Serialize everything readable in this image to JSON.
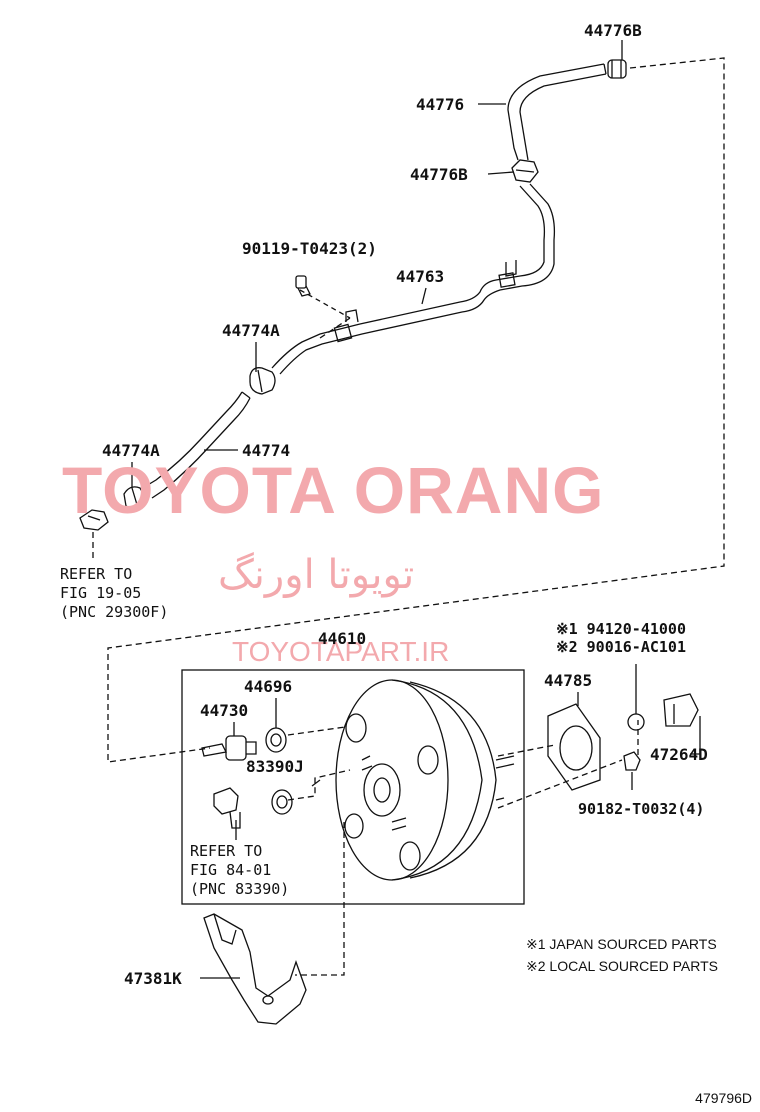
{
  "labels": {
    "p44776B_top": "44776B",
    "p44776": "44776",
    "p44776B_mid": "44776B",
    "p90119": "90119-T0423(2)",
    "p44763": "44763",
    "p44774A_upper": "44774A",
    "p44774A_lower": "44774A",
    "p44774": "44774",
    "p44610": "44610",
    "p44696": "44696",
    "p44730": "44730",
    "p83390J": "83390J",
    "p44785": "44785",
    "p47264D": "47264D",
    "p94120": "※1 94120-41000",
    "p90016": "※2 90016-AC101",
    "p90182": "90182-T0032(4)",
    "p47381K": "47381K"
  },
  "references": {
    "ref_fuel": "REFER TO\nFIG 19-05\n(PNC 29300F)",
    "ref_vacuum": "REFER TO\nFIG 84-01\n(PNC 83390)"
  },
  "notes": {
    "note1": "※1 JAPAN SOURCED PARTS",
    "note2": "※2 LOCAL SOURCED PARTS"
  },
  "watermark": {
    "line1": "TOYOTA ORANG",
    "line2": "تویوتا اورنگ",
    "line3": "TOYOTAPART.IR",
    "color": "#f3a9ad"
  },
  "illustration_code": "479796D"
}
